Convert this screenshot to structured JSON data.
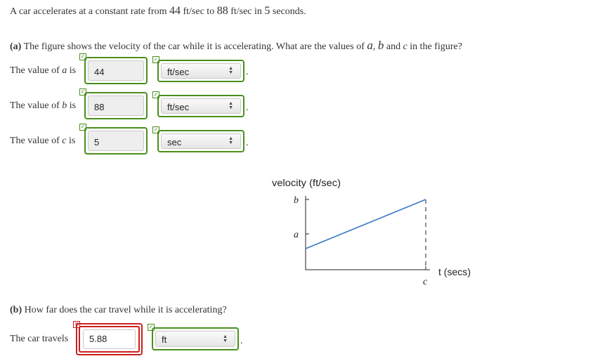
{
  "problem": {
    "pre": "A car accelerates at a constant rate from ",
    "v1": "44",
    "mid1": " ft/sec to ",
    "v2": "88",
    "mid2": " ft/sec in ",
    "t": "5",
    "post": " seconds."
  },
  "part_a": {
    "bold": "(a)",
    "text": " The figure shows the velocity of the car while it is accelerating. What are the values of ",
    "a": "a",
    "comma": ",  ",
    "b": "b",
    "and": " and ",
    "c": "c",
    "tail": " in the figure?"
  },
  "rows": [
    {
      "label_pre": "The value of ",
      "var": "a",
      "label_post": " is",
      "value": "44",
      "unit": "ft/sec",
      "status": "correct"
    },
    {
      "label_pre": "The value of ",
      "var": "b",
      "label_post": " is",
      "value": "88",
      "unit": "ft/sec",
      "status": "correct"
    },
    {
      "label_pre": "The value of ",
      "var": "c",
      "label_post": " is",
      "value": "5",
      "unit": "sec",
      "status": "correct"
    }
  ],
  "graph": {
    "ylabel": "velocity (ft/sec)",
    "xlabel": "t (secs)",
    "tick_b": "b",
    "tick_a": "a",
    "tick_c": "c",
    "line_color": "#3a78c8"
  },
  "chart_data": {
    "type": "line",
    "x": [
      0,
      1
    ],
    "values": [
      0.3,
      1.0
    ],
    "xlabel": "t (secs)",
    "ylabel": "velocity (ft/sec)",
    "tick_labels": {
      "x": [
        "c"
      ],
      "y": [
        "a",
        "b"
      ]
    }
  },
  "part_b": {
    "bold": "(b)",
    "text": " How far does the car travel while it is accelerating?",
    "label": "The car travels",
    "value": "5.88",
    "unit": "ft",
    "status": "incorrect"
  },
  "period": "."
}
